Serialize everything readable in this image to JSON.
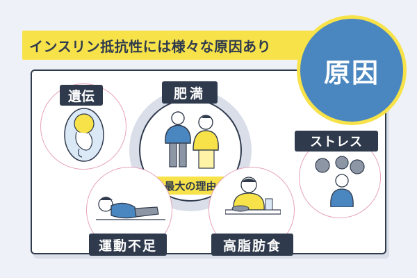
{
  "banner": {
    "text": "インスリン抵抗性には様々な原因あり"
  },
  "badge": {
    "text": "原因"
  },
  "causes": {
    "heredity": "遺伝",
    "obesity": "肥満",
    "obesity_note": "最大の理由",
    "stress": "ストレス",
    "lack_of_exercise": "運動不足",
    "high_fat_diet": "高脂肪食"
  },
  "colors": {
    "navy": "#2f3a4c",
    "yellow": "#f7e24a",
    "blue": "#4a86bf",
    "pink_outline": "#e7a3b9",
    "background": "#eef1f7"
  }
}
